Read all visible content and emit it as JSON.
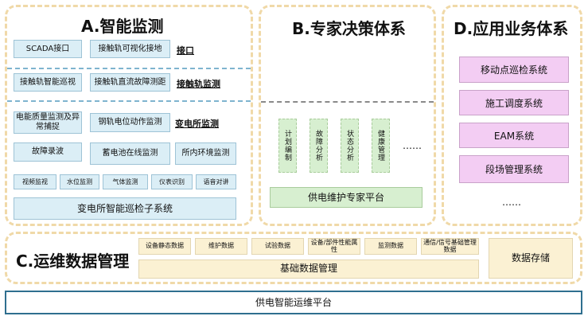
{
  "section_a": {
    "title": "A.智能监测",
    "interface": {
      "items": [
        "SCADA接口",
        "接触轨可视化接地"
      ],
      "label": "接口"
    },
    "contact_rail": {
      "items": [
        "接触轨智能巡视",
        "接触轨直流故障测距"
      ],
      "label": "接触轨监测"
    },
    "substation": {
      "row1": [
        "电能质量监测及异常捕捉",
        "钢轨电位动作监测"
      ],
      "label": "变电所监测",
      "row2": [
        "故障录波",
        "蓄电池在线监测",
        "所内环境监测"
      ],
      "row3": [
        "视频监视",
        "水位监测",
        "气体监测",
        "仪表识别",
        "语音对讲"
      ],
      "inspection": "变电所智能巡检子系统"
    }
  },
  "section_b": {
    "title": "B.专家决策体系",
    "modules": [
      "计划编制",
      "故障分析",
      "状态分析",
      "健康管理"
    ],
    "ellipsis": "……",
    "platform": "供电维护专家平台"
  },
  "section_d": {
    "title": "D.应用业务体系",
    "systems": [
      "移动点巡检系统",
      "施工调度系统",
      "EAM系统",
      "段场管理系统"
    ],
    "ellipsis": "……"
  },
  "section_c": {
    "title": "C.运维数据管理",
    "data_items": [
      "设备静态数据",
      "维护数据",
      "试验数据",
      "设备/部件性能属性",
      "监测数据",
      "通信/信号基础管理数据"
    ],
    "base": "基础数据管理",
    "storage": "数据存储"
  },
  "bottom": {
    "platform": "供电智能运维平台"
  },
  "colors": {
    "panel_border": "#f0d9a8",
    "blue_box": "#dbeef6",
    "green_box": "#d7efd0",
    "pink_box": "#f3cdf3",
    "tan_box": "#fbf1d3",
    "platform_border": "#2f6f8f"
  }
}
